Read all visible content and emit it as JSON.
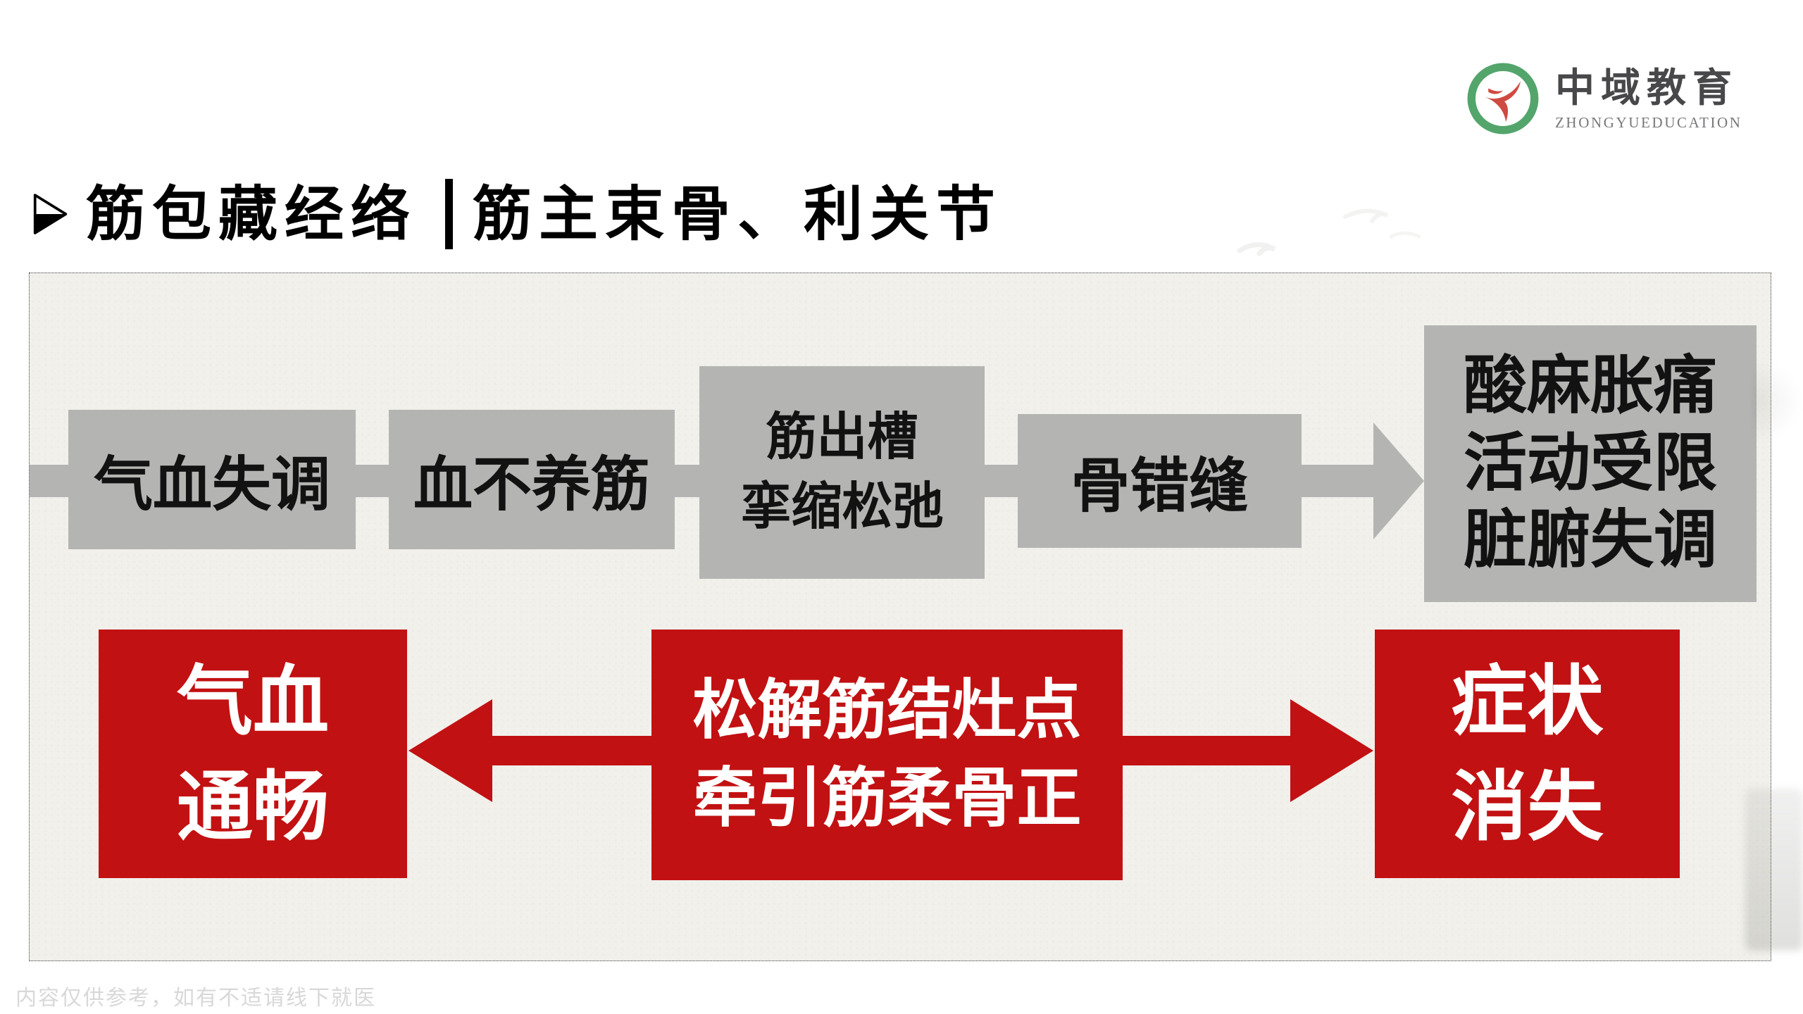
{
  "logo": {
    "name": "中域教育",
    "subtitle": "ZHONGYUEDUCATION"
  },
  "title": {
    "part1": "筋包藏经络",
    "part2": "筋主束骨、利关节"
  },
  "colors": {
    "gray_box": "#b4b4b3",
    "red_box": "#c21112",
    "panel_bg": "#f1f0eb",
    "logo_green": "#53a56b",
    "logo_red": "#cf4a41",
    "logo_text": "#48484a",
    "disclaimer_color": "#d8d8d8"
  },
  "flow": {
    "gray_boxes": [
      {
        "lines": [
          "气血失调"
        ]
      },
      {
        "lines": [
          "血不养筋"
        ]
      },
      {
        "lines": [
          "筋出槽",
          "挛缩松弛"
        ]
      },
      {
        "lines": [
          "骨错缝"
        ]
      },
      {
        "lines": [
          "酸麻胀痛",
          "活动受限",
          "脏腑失调"
        ]
      }
    ],
    "red_boxes": [
      {
        "lines": [
          "气血",
          "通畅"
        ]
      },
      {
        "lines": [
          "松解筋结灶点",
          "牵引筋柔骨正"
        ]
      },
      {
        "lines": [
          "症状",
          "消失"
        ]
      }
    ]
  },
  "footer": {
    "disclaimer": "内容仅供参考，如有不适请线下就医"
  }
}
